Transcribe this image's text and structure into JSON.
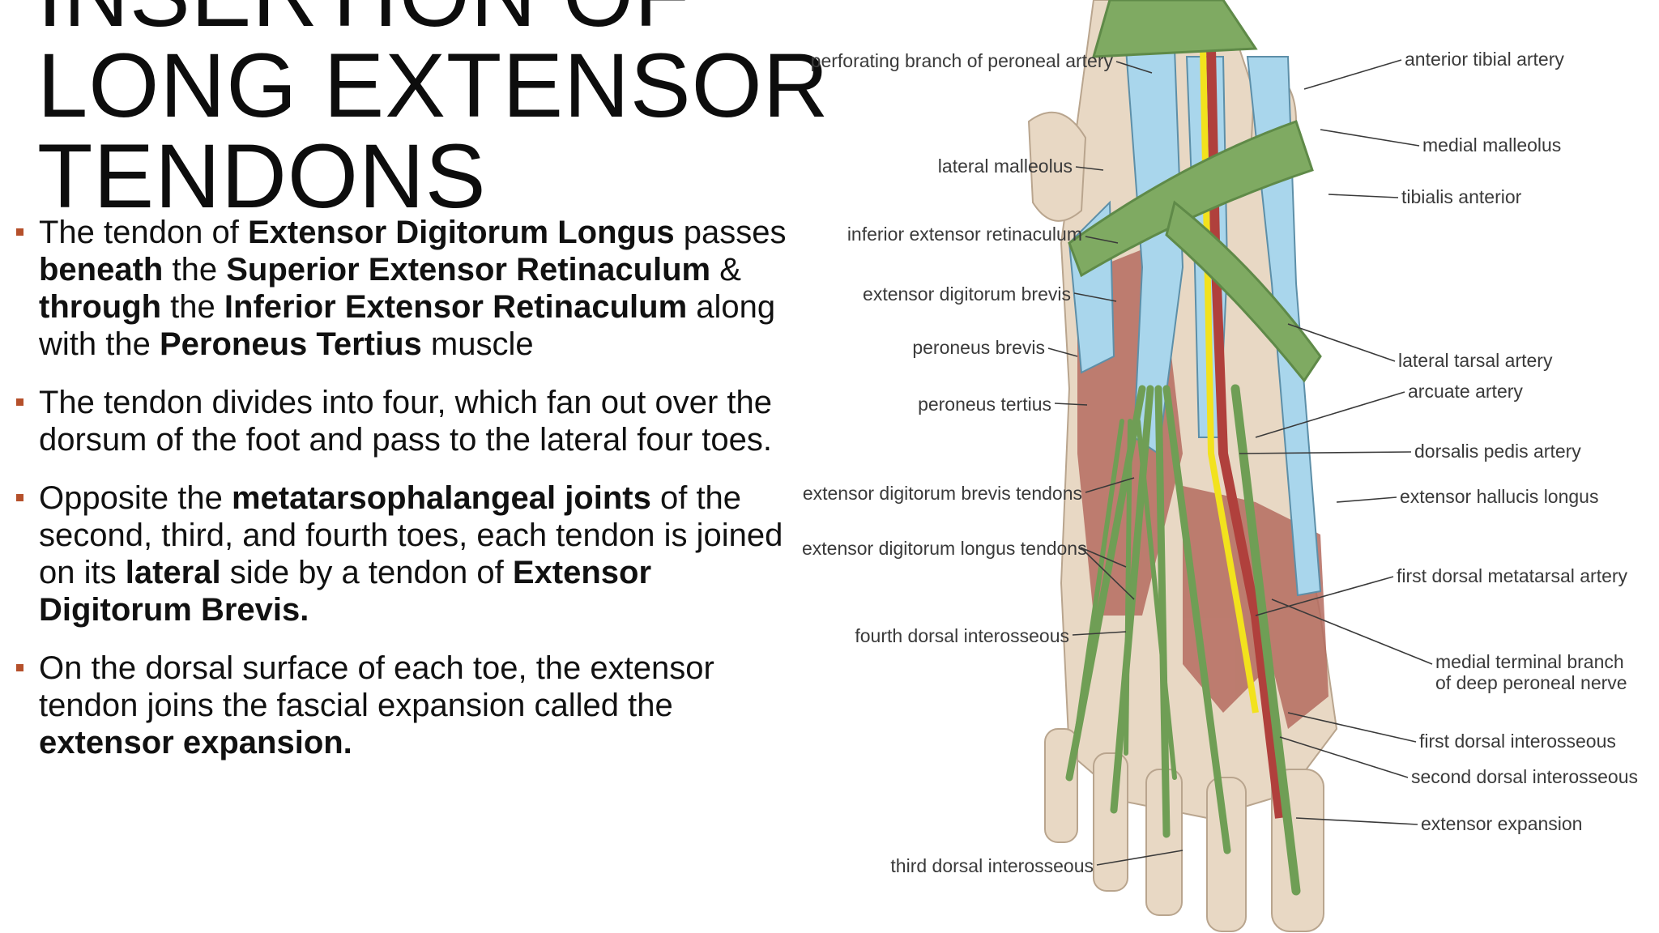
{
  "title": {
    "lines": [
      "INSERTION OF",
      "LONG EXTENSOR",
      "TENDONS"
    ]
  },
  "colors": {
    "bullet_marker": "#b5502b",
    "tendon_green": "#6f9e55",
    "muscle_blue": "#a9d6ec",
    "artery_red": "#b0403c",
    "nerve_yellow": "#f2e21d",
    "muscle_red": "#b56c60",
    "bone": "#e8d8c4"
  },
  "bullets": [
    {
      "parts": [
        {
          "t": "The tendon of ",
          "b": false
        },
        {
          "t": "Extensor Digitorum Longus",
          "b": true
        },
        {
          "t": " passes ",
          "b": false
        },
        {
          "t": "beneath",
          "b": true
        },
        {
          "t": " the ",
          "b": false
        },
        {
          "t": "Superior Extensor Retinaculum",
          "b": true
        },
        {
          "t": " & ",
          "b": false
        },
        {
          "t": "through",
          "b": true
        },
        {
          "t": " the ",
          "b": false
        },
        {
          "t": "Inferior Extensor Retinaculum",
          "b": true
        },
        {
          "t": " along with the ",
          "b": false
        },
        {
          "t": "Peroneus Tertius",
          "b": true
        },
        {
          "t": " muscle",
          "b": false
        }
      ]
    },
    {
      "parts": [
        {
          "t": "The tendon divides into four, which fan out over the dorsum of the foot and pass to the lateral four toes.",
          "b": false
        }
      ]
    },
    {
      "parts": [
        {
          "t": "Opposite the ",
          "b": false
        },
        {
          "t": "metatarsophalangeal joints",
          "b": true
        },
        {
          "t": " of the second, third, and fourth toes, each tendon is joined on its ",
          "b": false
        },
        {
          "t": "lateral",
          "b": true
        },
        {
          "t": " side by a tendon of ",
          "b": false
        },
        {
          "t": "Extensor Digitorum Brevis.",
          "b": true
        }
      ]
    },
    {
      "parts": [
        {
          "t": "On the dorsal surface of each toe, the extensor tendon joins the fascial expansion called the ",
          "b": false
        },
        {
          "t": "extensor expansion.",
          "b": true
        }
      ]
    }
  ],
  "diagram": {
    "labels_left": [
      "perforating branch of peroneal artery",
      "lateral malleolus",
      "inferior extensor retinaculum",
      "extensor digitorum brevis",
      "peroneus brevis",
      "peroneus tertius",
      "extensor digitorum brevis tendons",
      "extensor digitorum longus tendons",
      "fourth dorsal interosseous",
      "third dorsal interosseous"
    ],
    "labels_right": [
      "anterior tibial artery",
      "medial malleolus",
      "tibialis anterior",
      "lateral tarsal artery",
      "arcuate artery",
      "dorsalis pedis artery",
      "extensor hallucis longus",
      "first dorsal metatarsal artery",
      "medial terminal branch",
      "of deep peroneal nerve",
      "first dorsal interosseous",
      "second dorsal interosseous",
      "extensor expansion"
    ]
  }
}
